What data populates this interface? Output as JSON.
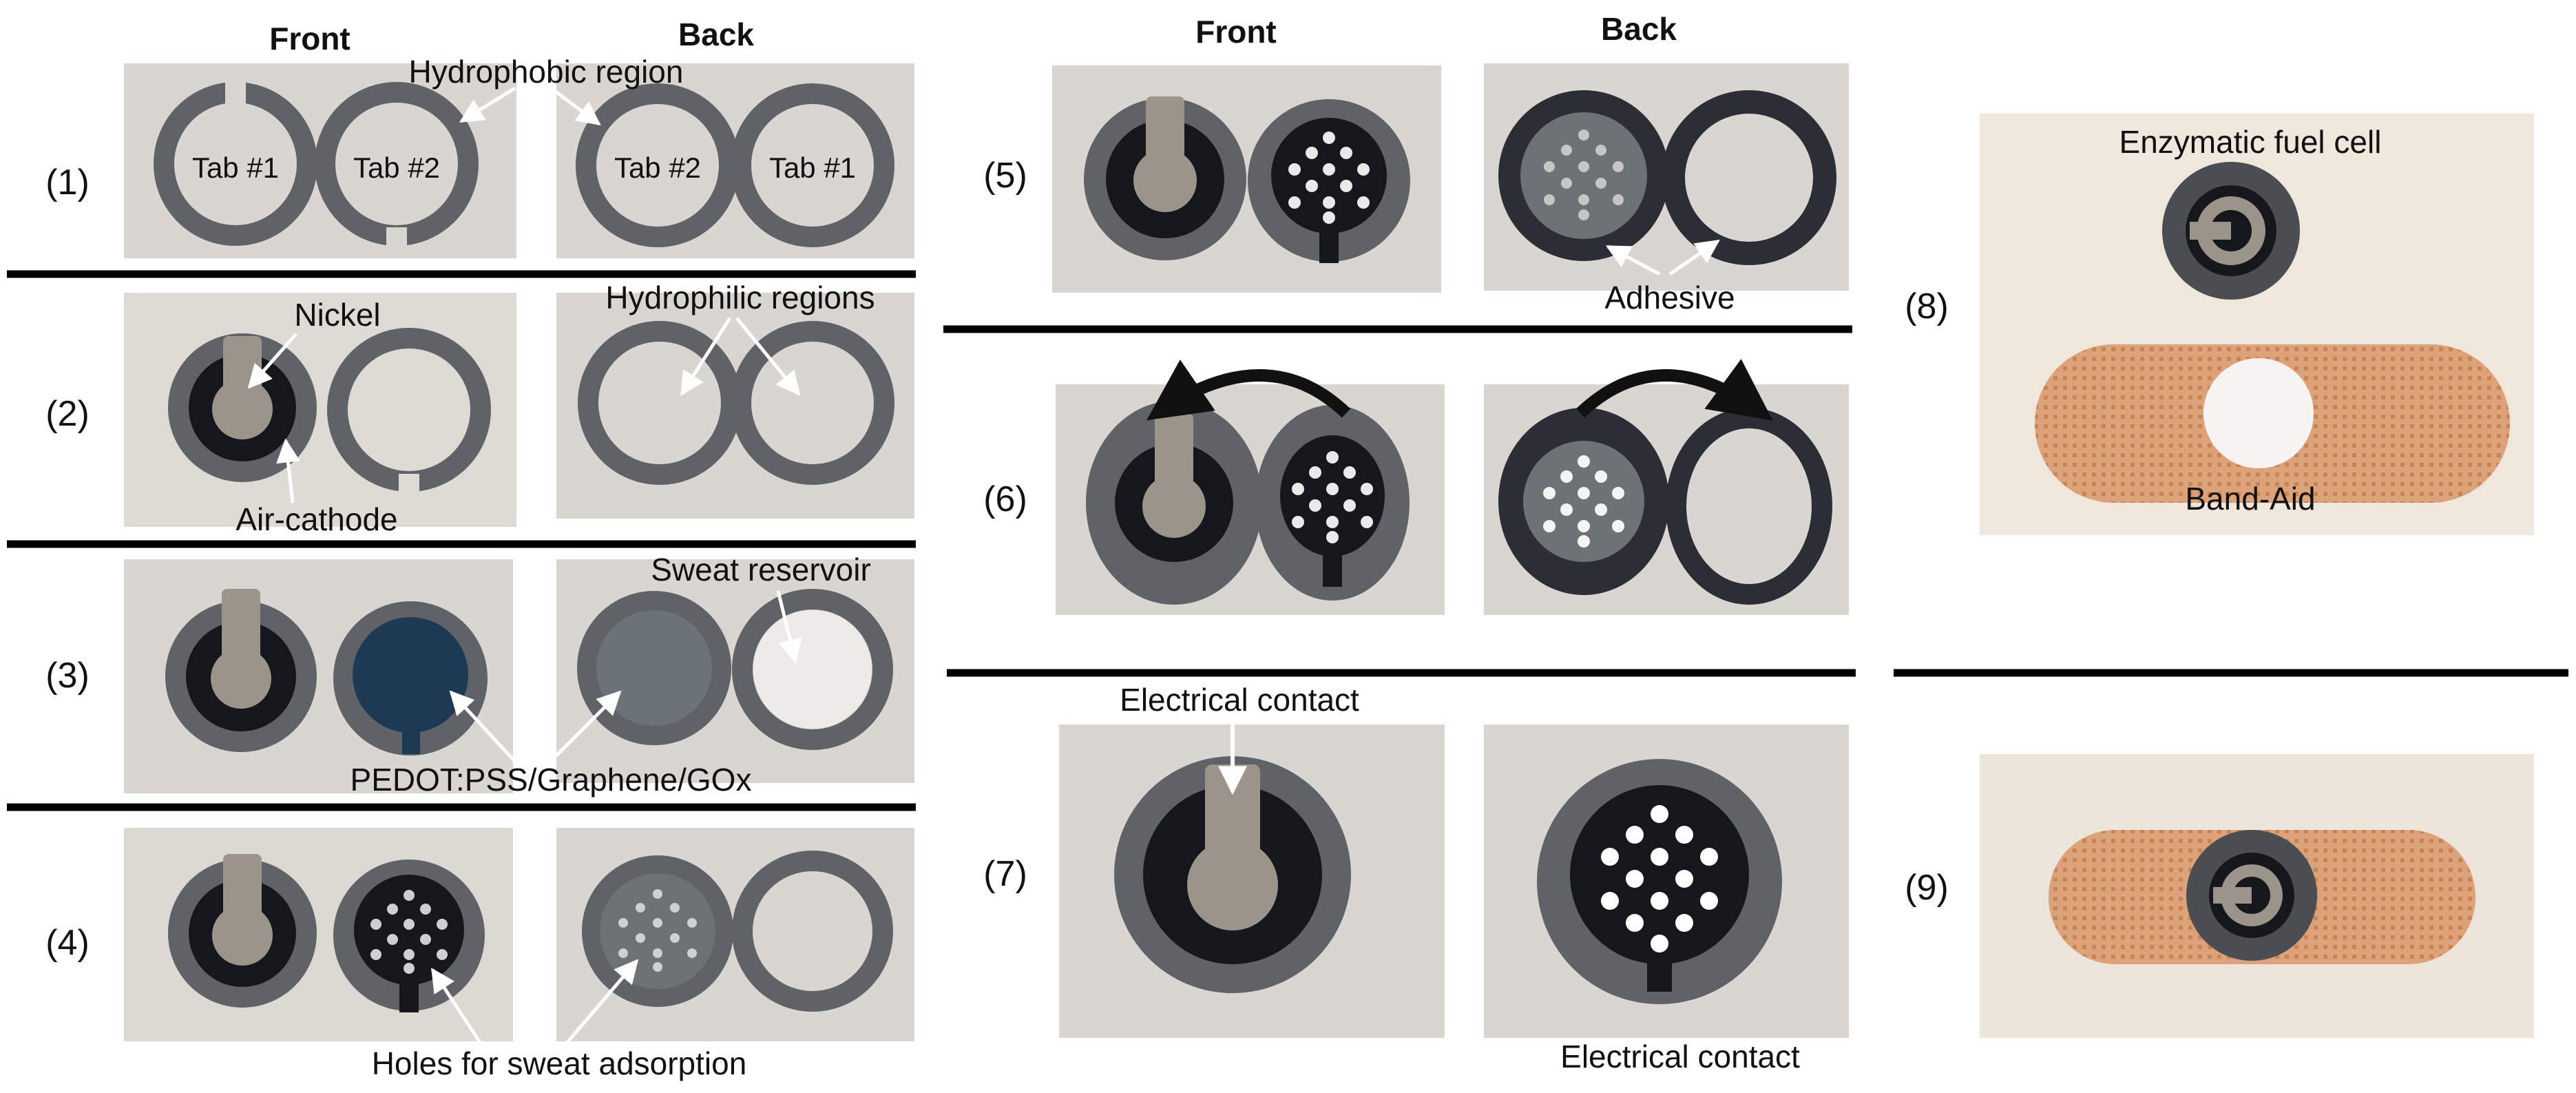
{
  "headers": {
    "left_front": "Front",
    "left_back": "Back",
    "mid_front": "Front",
    "mid_back": "Back"
  },
  "steps": [
    "(1)",
    "(2)",
    "(3)",
    "(4)",
    "(5)",
    "(6)",
    "(7)",
    "(8)",
    "(9)"
  ],
  "labels": {
    "tab1": "Tab #1",
    "tab2": "Tab #2",
    "hydrophobic_region": "Hydrophobic region",
    "nickel": "Nickel",
    "air_cathode": "Air-cathode",
    "hydrophilic_regions": "Hydrophilic regions",
    "sweat_reservoir": "Sweat reservoir",
    "pedot": "PEDOT:PSS/Graphene/GOx",
    "holes": "Holes for sweat adsorption",
    "adhesive": "Adhesive",
    "electrical_contact_top": "Electrical contact",
    "electrical_contact_bottom": "Electrical contact",
    "enzymatic_fuel_cell": "Enzymatic fuel cell",
    "band_aid": "Band-Aid"
  },
  "colors": {
    "photo_bg": "#d9d6d1",
    "ring_gray": "#5f6266",
    "dark_ring": "#15171c",
    "nickel": "#9a948a",
    "blue_gox": "#1d3a55",
    "bandaid": "#d8a37a",
    "bandaid_bg": "#efe6dc"
  }
}
